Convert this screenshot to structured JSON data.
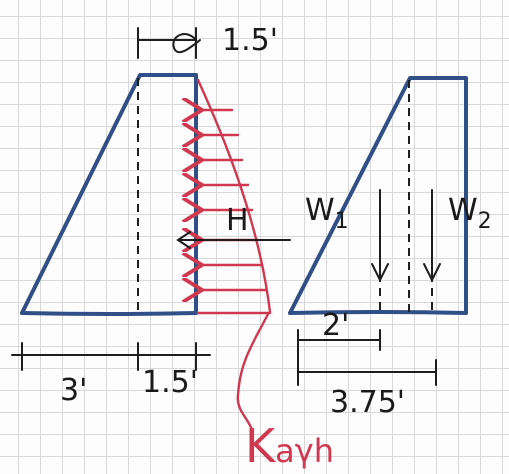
{
  "labels": {
    "top_width": "1.5'",
    "base_left": "3'",
    "base_right": "1.5'",
    "force": "H",
    "weight_1": "W",
    "weight_1_sub": "1",
    "weight_2": "W",
    "weight_2_sub": "2",
    "arm_1": "2'",
    "arm_2": "3.75'",
    "pressure_ka": "K",
    "pressure_rest": "aγh"
  },
  "colors": {
    "wall": "#2f4f86",
    "pressure": "#d0384f",
    "ink": "#1e1e1e",
    "grid": "#d9d9d9"
  }
}
